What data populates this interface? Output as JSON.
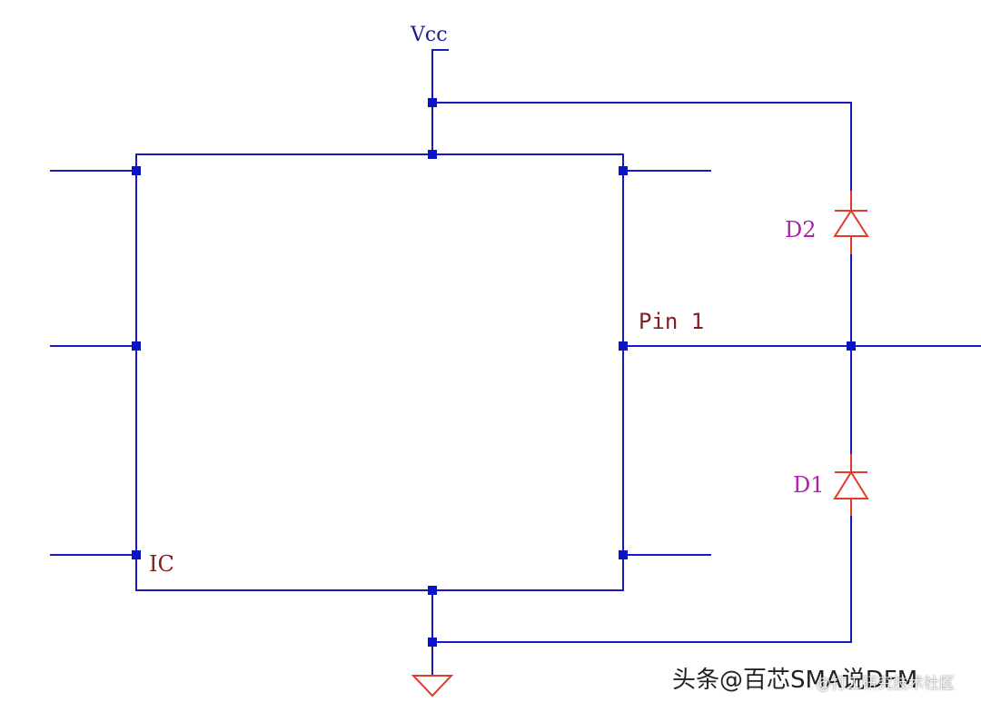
{
  "labels": {
    "vcc": "Vcc",
    "pin1": "Pin 1",
    "ic": "IC",
    "d2": "D2",
    "d1": "D1"
  },
  "watermark": {
    "main": "头条@百芯SMA说DFM",
    "overlay": "@打工研究技术社区"
  },
  "colors": {
    "wire": "#1a1ab8",
    "junction": "#0a14c8",
    "diode": "#e23a2a",
    "vcc_label": "#1a1a8c",
    "ic_label": "#8b1a1a",
    "diode_label": "#b020b0"
  }
}
